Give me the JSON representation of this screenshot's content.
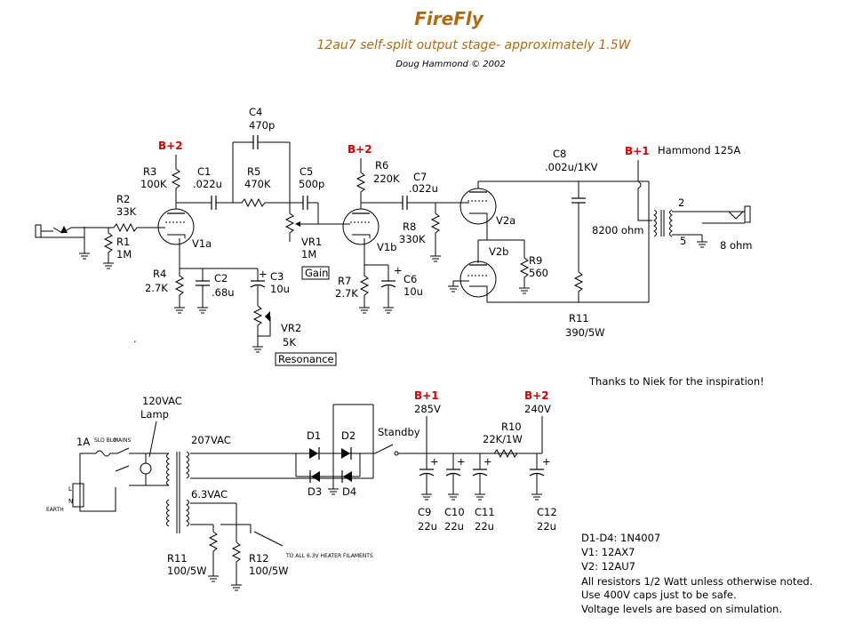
{
  "header": {
    "title": "FireFly",
    "subtitle": "12au7 self-split output stage- approximately 1.5W",
    "author": "Doug Hammond © 2002"
  },
  "preamp": {
    "b2_v1": "B+2",
    "b2_v1b": "B+2",
    "b1_out": "B+1",
    "transformer": "Hammond 125A",
    "R2": {
      "name": "R2",
      "value": "33K"
    },
    "R1": {
      "name": "R1",
      "value": "1M"
    },
    "R3": {
      "name": "R3",
      "value": "100K"
    },
    "C1": {
      "name": "C1",
      "value": ".022u"
    },
    "C4": {
      "name": "C4",
      "value": "470p"
    },
    "R5": {
      "name": "R5",
      "value": "470K"
    },
    "C5": {
      "name": "C5",
      "value": "500p"
    },
    "V1a": "V1a",
    "R4": {
      "name": "R4",
      "value": "2.7K"
    },
    "C2": {
      "name": "C2",
      "value": ".68u"
    },
    "C3": {
      "name": "C3",
      "value": "10u"
    },
    "VR1": {
      "name": "VR1",
      "value": "1M"
    },
    "gain_box": "Gain",
    "VR2": {
      "name": "VR2",
      "value": "5K"
    },
    "resonance_box": "Resonance",
    "R6": {
      "name": "R6",
      "value": "220K"
    },
    "C7": {
      "name": "C7",
      "value": ".022u"
    },
    "R8": {
      "name": "R8",
      "value": "330K"
    },
    "V1b": "V1b",
    "R7": {
      "name": "R7",
      "value": "2.7K"
    },
    "C6": {
      "name": "C6",
      "value": "10u"
    },
    "C8": {
      "name": "C8",
      "value": ".002u/1KV"
    },
    "V2a": "V2a",
    "V2b": "V2b",
    "R9": {
      "name": "R9",
      "value": "560"
    },
    "R11": {
      "name": "R11",
      "value": "390/5W"
    },
    "primary_imp": "8200 ohm",
    "tap_2": "2",
    "tap_5": "5",
    "speaker_imp": "8 ohm",
    "plus": "+"
  },
  "power": {
    "thanks": "Thanks to Niek for the inspiration!",
    "fuse": "1A",
    "slo_blo": "SLO BLO",
    "mains": "MAINS",
    "lamp_label": "120VAC",
    "lamp_label2": "Lamp",
    "v207": "207VAC",
    "v63": "6.3VAC",
    "earth": "EARTH",
    "L": "L",
    "N": "N",
    "D1": "D1",
    "D2": "D2",
    "D3": "D3",
    "D4": "D4",
    "standby": "Standby",
    "b1": "B+1",
    "v285": "285V",
    "b2": "B+2",
    "v240": "240V",
    "R10": {
      "name": "R10",
      "value": "22K/1W"
    },
    "C9": {
      "name": "C9",
      "value": "22u"
    },
    "C10": {
      "name": "C10",
      "value": "22u"
    },
    "C11": {
      "name": "C11",
      "value": "22u"
    },
    "C12": {
      "name": "C12",
      "value": "22u"
    },
    "R11p": {
      "name": "R11",
      "value": "100/5W"
    },
    "R12": {
      "name": "R12",
      "value": "100/5W"
    },
    "heater_note": "TO ALL 6.3V HEATER FILAMENTS"
  },
  "notes": [
    "D1-D4: 1N4007",
    "V1: 12AX7",
    "V2: 12AU7",
    "All resistors 1/2 Watt unless otherwise noted.",
    "Use 400V caps just to be safe.",
    "Voltage levels are based on simulation."
  ]
}
